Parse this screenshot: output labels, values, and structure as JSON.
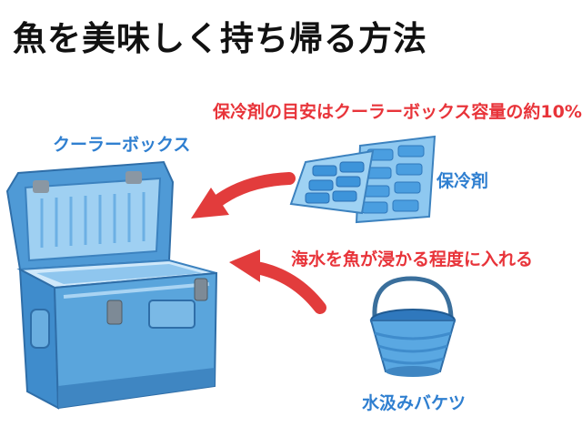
{
  "title": "魚を美味しく持ち帰る方法",
  "labels": {
    "cooler_box": "クーラーボックス",
    "ice_pack_ratio": "保冷剤の目安はクーラーボックス容量の約10%",
    "ice_pack": "保冷剤",
    "seawater_instruction": "海水を魚が浸かる程度に入れる",
    "water_bucket": "水汲みバケツ"
  },
  "icons": {
    "cooler": "cooler-box-icon",
    "ice_packs": "ice-pack-icon",
    "bucket": "collapsible-bucket-icon",
    "arrows": "curved-arrow-icon"
  },
  "colors": {
    "title": "#111111",
    "blue_label": "#2f7fd0",
    "red_label": "#e8343a",
    "arrow": "#e23c3c",
    "cooler_body": "#5aa5dc",
    "cooler_light": "#a9d4f3"
  }
}
